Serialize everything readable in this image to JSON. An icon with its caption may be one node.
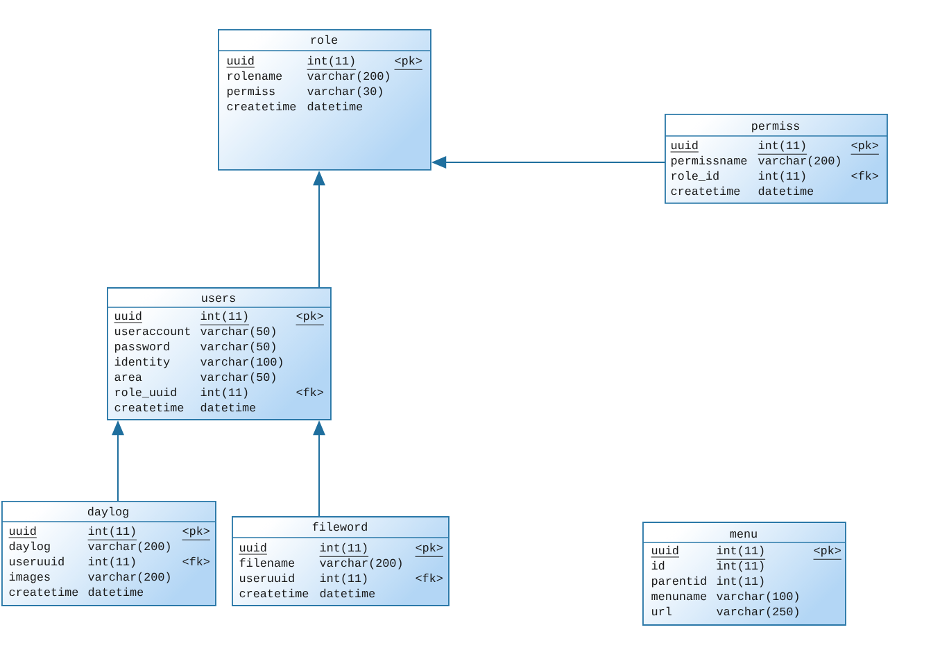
{
  "diagram": {
    "nodes": [
      {
        "text": [
          "role",
          "uuid",
          "int(11)",
          "<pk>",
          "rolename",
          "varchar(200)",
          "permiss",
          "varchar(30)",
          "createtime",
          "datetime"
        ]
      },
      {
        "text": [
          "permiss",
          "uuid",
          "int(11)",
          "<pk>",
          "permissname",
          "varchar(200)",
          "role_id",
          "int(11)",
          "<fk>",
          "createtime",
          "datetime"
        ]
      },
      {
        "text": [
          "users",
          "uuid",
          "int(11)",
          "<pk>",
          "useraccount",
          "varchar(50)",
          "password",
          "varchar(50)",
          "identity",
          "varchar(100)",
          "area",
          "varchar(50)",
          "role_uuid",
          "int(11)",
          "<fk>",
          "createtime",
          "datetime"
        ]
      },
      {
        "text": [
          "daylog",
          "uuid",
          "int(11)",
          "<pk>",
          "daylog",
          "varchar(200)",
          "useruuid",
          "int(11)",
          "<fk>",
          "images",
          "varchar(200)",
          "createtime",
          "datetime"
        ]
      },
      {
        "text": [
          "fileword",
          "uuid",
          "int(11)",
          "<pk>",
          "filename",
          "varchar(200)",
          "useruuid",
          "int(11)",
          "<fk>",
          "createtime",
          "datetime"
        ]
      },
      {
        "text": [
          "menu",
          "uuid",
          "int(11)",
          "<pk>",
          "id",
          "int(11)",
          "parentid",
          "int(11)",
          "menuname",
          "varchar(100)",
          "url",
          "varchar(250)"
        ]
      }
    ],
    "edges": [
      {
        "from": 1,
        "to": 0,
        "arrow": "to"
      },
      {
        "from": 2,
        "to": 0,
        "arrow": "to"
      },
      {
        "from": 3,
        "to": 2,
        "arrow": "to"
      },
      {
        "from": 4,
        "to": 2,
        "arrow": "to"
      }
    ]
  }
}
